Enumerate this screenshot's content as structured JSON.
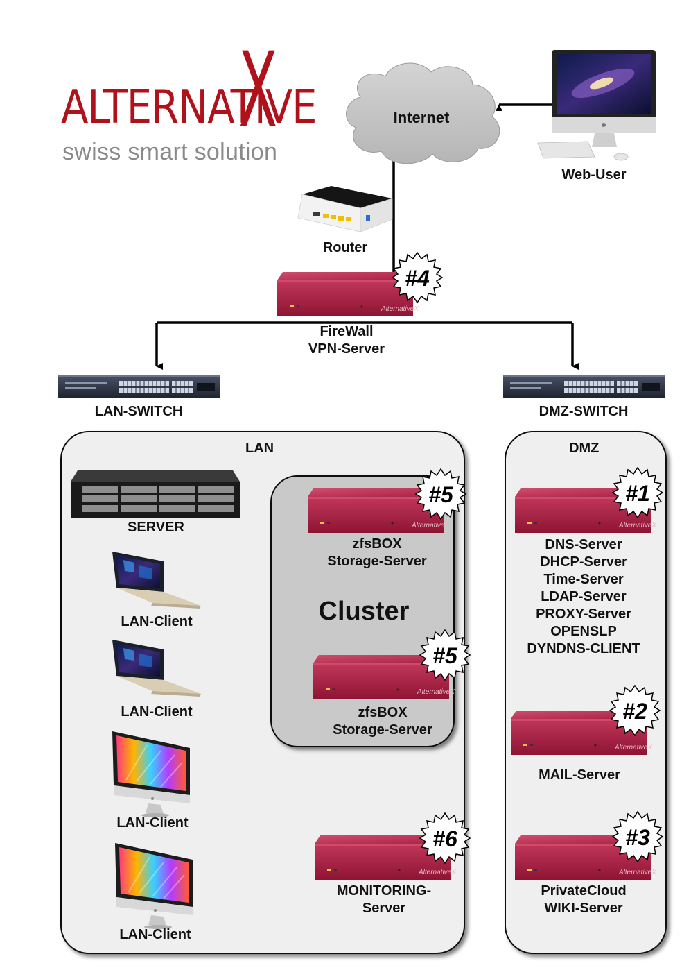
{
  "logo": {
    "word": "ALTERNATIVE",
    "x_letter": "X",
    "tagline": "swiss smart solution",
    "brand_color": "#b0121b"
  },
  "internet": {
    "label": "Internet"
  },
  "web_user": {
    "label": "Web-User"
  },
  "router": {
    "label": "Router"
  },
  "firewall": {
    "line1": "FireWall",
    "line2": "VPN-Server",
    "badge": "#4"
  },
  "lan_switch": {
    "label": "LAN-SWITCH"
  },
  "dmz_switch": {
    "label": "DMZ-SWITCH"
  },
  "lan": {
    "title": "LAN",
    "server": {
      "label": "SERVER"
    },
    "clients": [
      {
        "label": "LAN-Client"
      },
      {
        "label": "LAN-Client"
      },
      {
        "label": "LAN-Client"
      },
      {
        "label": "LAN-Client"
      }
    ],
    "cluster": {
      "title": "Cluster",
      "nodes": [
        {
          "line1": "zfsBOX",
          "line2": "Storage-Server",
          "badge": "#5"
        },
        {
          "line1": "zfsBOX",
          "line2": "Storage-Server",
          "badge": "#5"
        }
      ]
    },
    "monitoring": {
      "line1": "MONITORING-",
      "line2": "Server",
      "badge": "#6"
    }
  },
  "dmz": {
    "title": "DMZ",
    "servers": [
      {
        "badge": "#1",
        "lines": [
          "DNS-Server",
          "DHCP-Server",
          "Time-Server",
          "LDAP-Server",
          "PROXY-Server",
          "OPENSLP",
          "DYNDNS-CLIENT"
        ]
      },
      {
        "badge": "#2",
        "lines": [
          "MAIL-Server"
        ]
      },
      {
        "badge": "#3",
        "lines": [
          "PrivateCloud",
          "WIKI-Server"
        ]
      }
    ]
  },
  "colors": {
    "appliance": "#b3264a",
    "zone_fill": "#efefef",
    "cluster_fill": "#c9c9c9",
    "cloud_fill": "#c6c6c6"
  }
}
